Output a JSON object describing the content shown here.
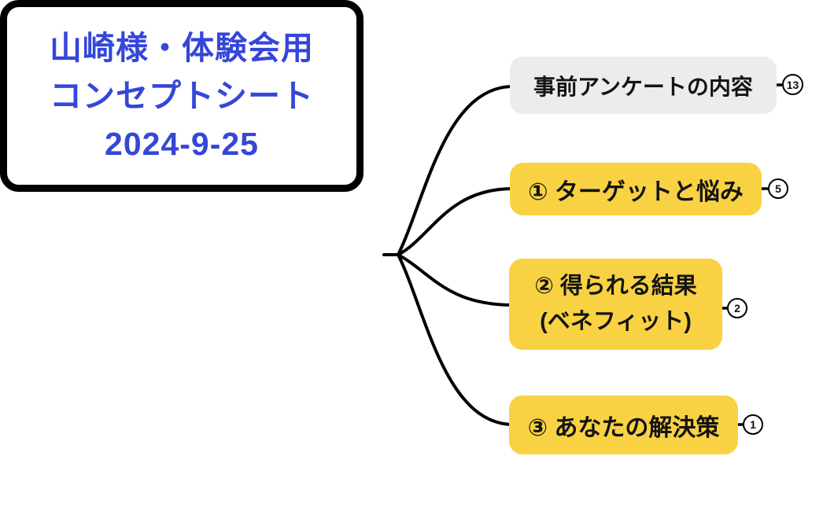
{
  "root": {
    "lines": [
      "山崎様・体験会用",
      "コンセプトシート",
      "2024-9-25"
    ]
  },
  "branches": [
    {
      "id": "pre-survey",
      "label": "事前アンケートの内容",
      "badge": "13",
      "bg": "#ECECEC"
    },
    {
      "id": "target",
      "label": "① ターゲットと悩み",
      "badge": "5",
      "bg": "#F9D243"
    },
    {
      "id": "benefit",
      "label_lines": [
        "② 得られる結果",
        "(ベネフィット)"
      ],
      "badge": "2",
      "bg": "#F9D243"
    },
    {
      "id": "solution",
      "label": "③ あなたの解決策",
      "badge": "1",
      "bg": "#F9D243"
    }
  ],
  "colors": {
    "node_yellow": "#F9D243",
    "node_gray": "#ECECEC",
    "root_text_blue": "#3546D9",
    "connector_black": "#000000",
    "node_text": "#141414"
  }
}
